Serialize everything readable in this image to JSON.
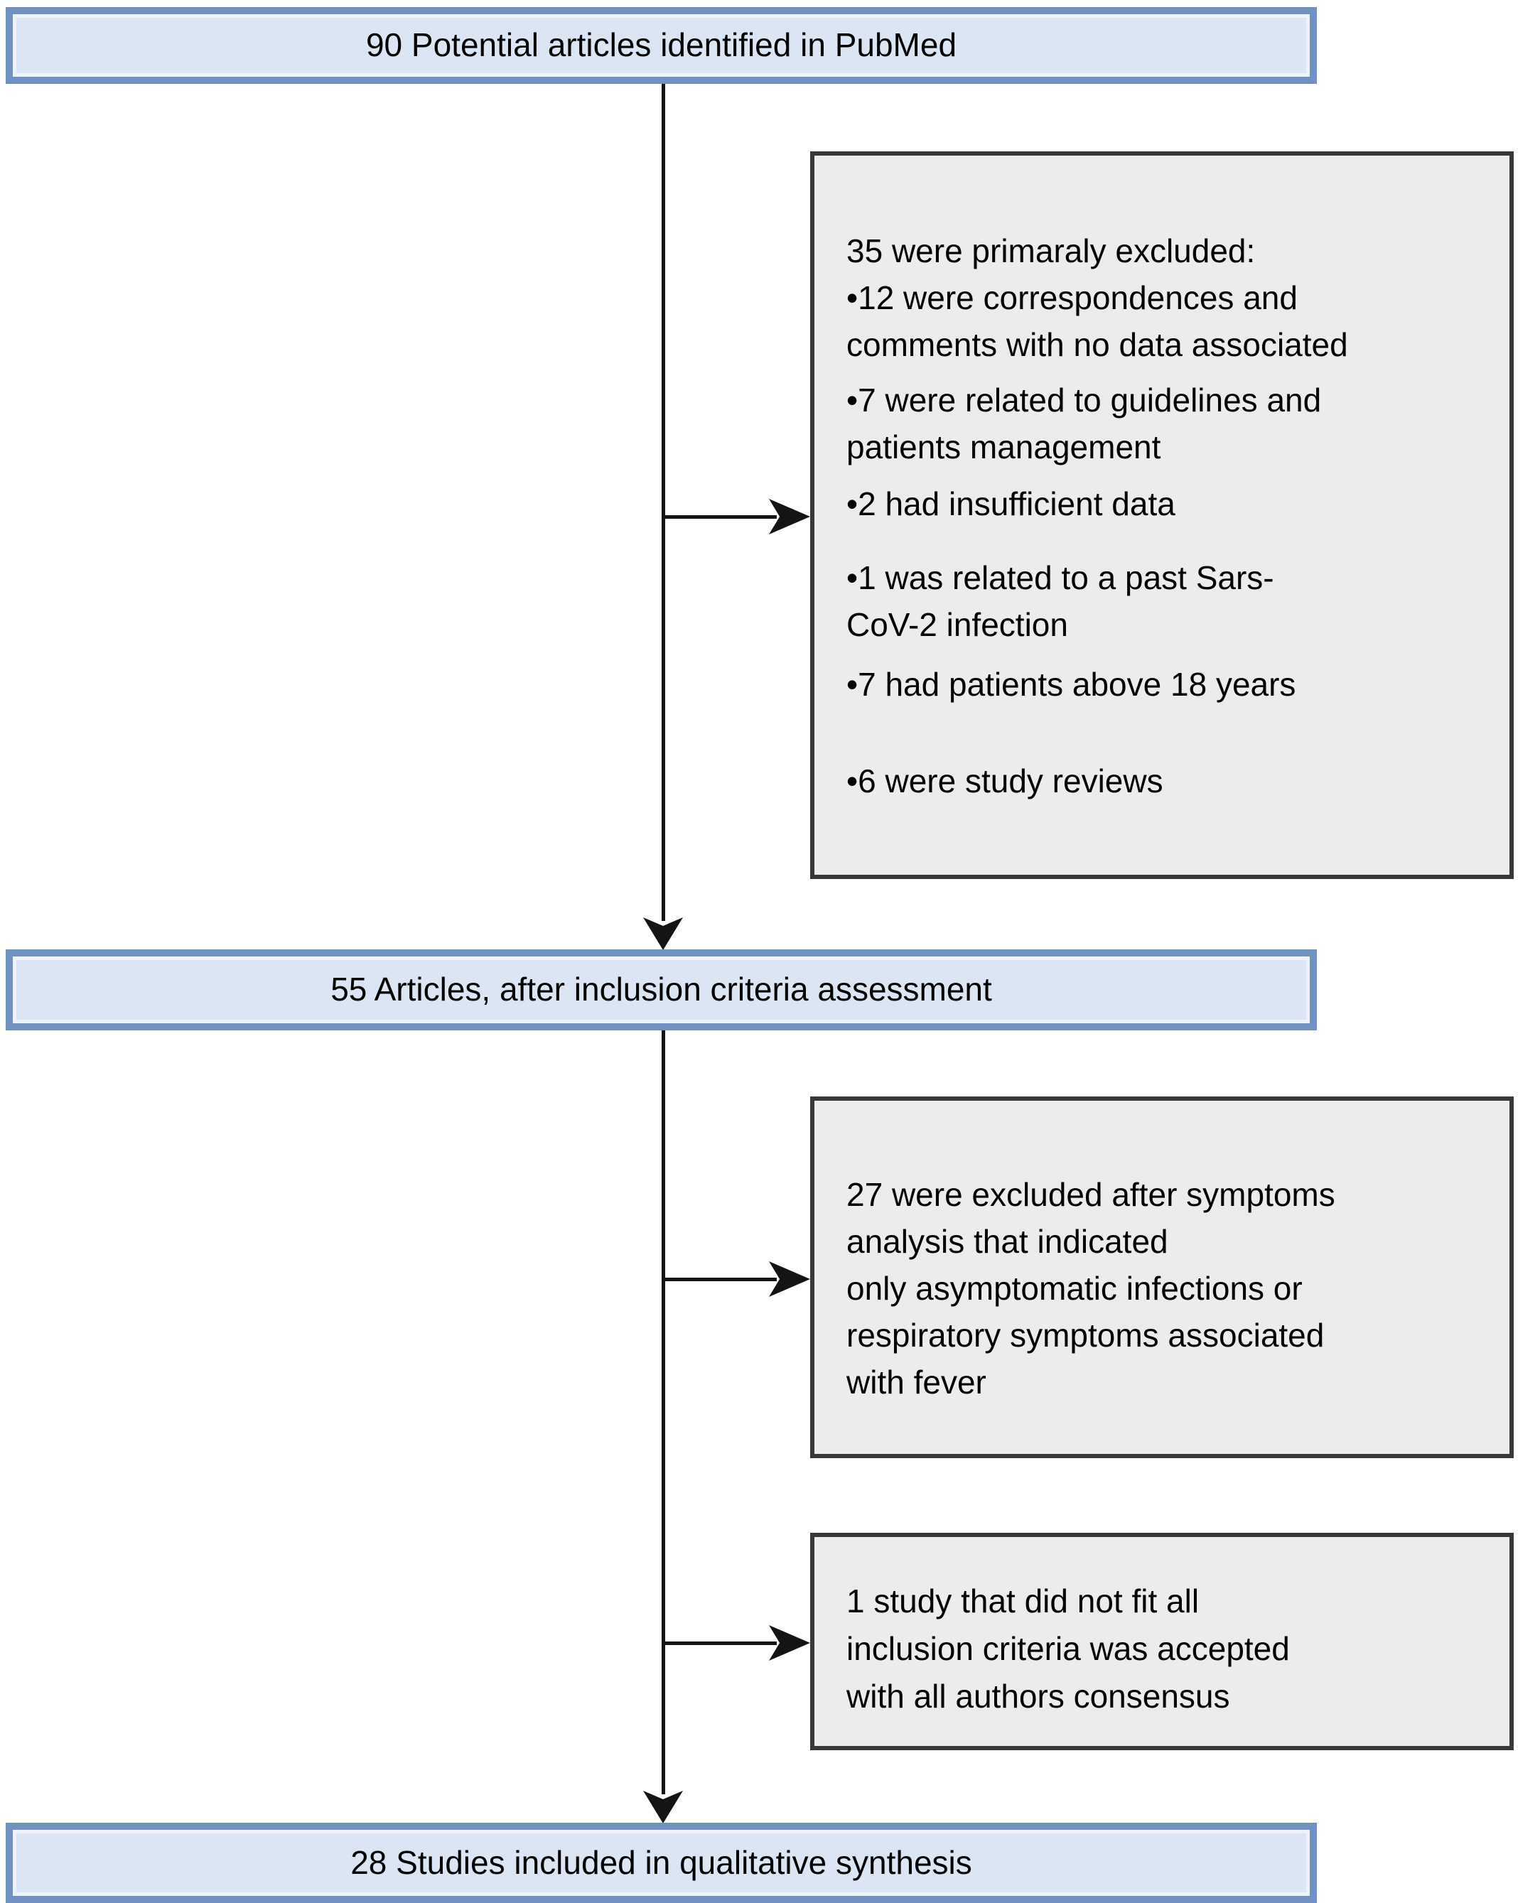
{
  "diagram": {
    "type": "flowchart",
    "title_context": "Study selection flow diagram",
    "boxes": {
      "box_pubmed": {
        "label": "90 Potential articles identified in PubMed"
      },
      "box_excluded_primary": {
        "title": "35 were primaraly excluded:",
        "bullets": [
          {
            "lines": [
              "•12 were correspondences and",
              "comments with no data associated"
            ]
          },
          {
            "lines": [
              "•7 were related to guidelines and",
              "patients management"
            ]
          },
          {
            "lines": [
              "•2 had insufficient data"
            ]
          },
          {
            "lines": [
              "•1 was related to a past Sars-",
              "CoV-2 infection"
            ]
          },
          {
            "lines": [
              "•7 had patients above 18 years"
            ]
          },
          {
            "lines": [
              "•6 were study reviews"
            ]
          }
        ]
      },
      "box_articles": {
        "label": "55 Articles, after inclusion criteria assessment"
      },
      "box_excluded_symptoms": {
        "lines": [
          "27 were excluded after symptoms",
          "analysis that indicated",
          "only asymptomatic infections or",
          "respiratory symptoms associated",
          "with fever"
        ]
      },
      "box_accepted_consensus": {
        "lines": [
          "1 study that did not fit all",
          "inclusion criteria was accepted",
          "with all authors consensus"
        ]
      },
      "box_included": {
        "label": "28 Studies included in qualitative synthesis"
      }
    },
    "colors": {
      "process_fill": "#dbe5f4",
      "process_border": "#7191c0",
      "note_fill": "#ececea",
      "note_border": "#383838",
      "arrow": "#141414"
    }
  }
}
